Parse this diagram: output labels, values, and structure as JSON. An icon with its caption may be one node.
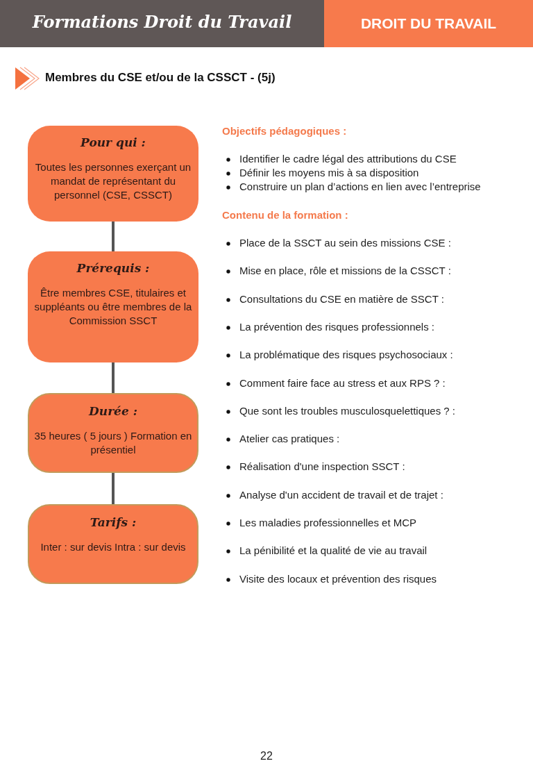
{
  "diagram": {
    "title": "Formations Droit du Travail",
    "nodes": [
      {
        "text": [
          "Pour qui :",
          "Toutes les personnes exerçant un mandat de représentant du personnel (CSE, CSSCT)"
        ]
      },
      {
        "text": [
          "Prérequis :",
          "Être membres CSE, titulaires et suppléants ou être membres de la Commission SSCT"
        ]
      },
      {
        "text": [
          "Durée :",
          "35  heures ( 5 jours ) Formation en présentiel"
        ]
      },
      {
        "text": [
          "Tarifs :",
          "Inter :  sur devis Intra : sur devis"
        ]
      }
    ],
    "edges": [
      {
        "from": 0,
        "to": 1,
        "arrow": "none"
      },
      {
        "from": 1,
        "to": 2,
        "arrow": "none"
      },
      {
        "from": 2,
        "to": 3,
        "arrow": "none"
      }
    ],
    "labels": [
      "DROIT DU TRAVAIL",
      "Membres du CSE et/ou de la CSSCT - (5j)",
      "Objectifs pédagogiques :",
      "Identifier le cadre légal des attributions du CSE",
      "Définir les moyens mis à sa disposition",
      "Construire un plan d’actions en lien avec l’entreprise",
      "Contenu de la formation :",
      "Place de la SSCT au sein des missions CSE :",
      "Mise en place, rôle et missions de la CSSCT :",
      "Consultations du CSE en matière de SSCT :",
      "La prévention des risques professionnels :",
      "La problématique des risques psychosociaux :",
      "Comment faire face au stress et aux RPS ? :",
      "Que sont les troubles musculosquelettiques ? :",
      "Atelier cas pratiques :",
      " Réalisation d'une inspection SSCT :",
      "Analyse d'un accident de travail et de trajet :",
      "Les maladies professionnelles et MCP",
      "La pénibilité et la qualité de vie au travail",
      "Visite des locaux et prévention des risques",
      "22"
    ]
  }
}
